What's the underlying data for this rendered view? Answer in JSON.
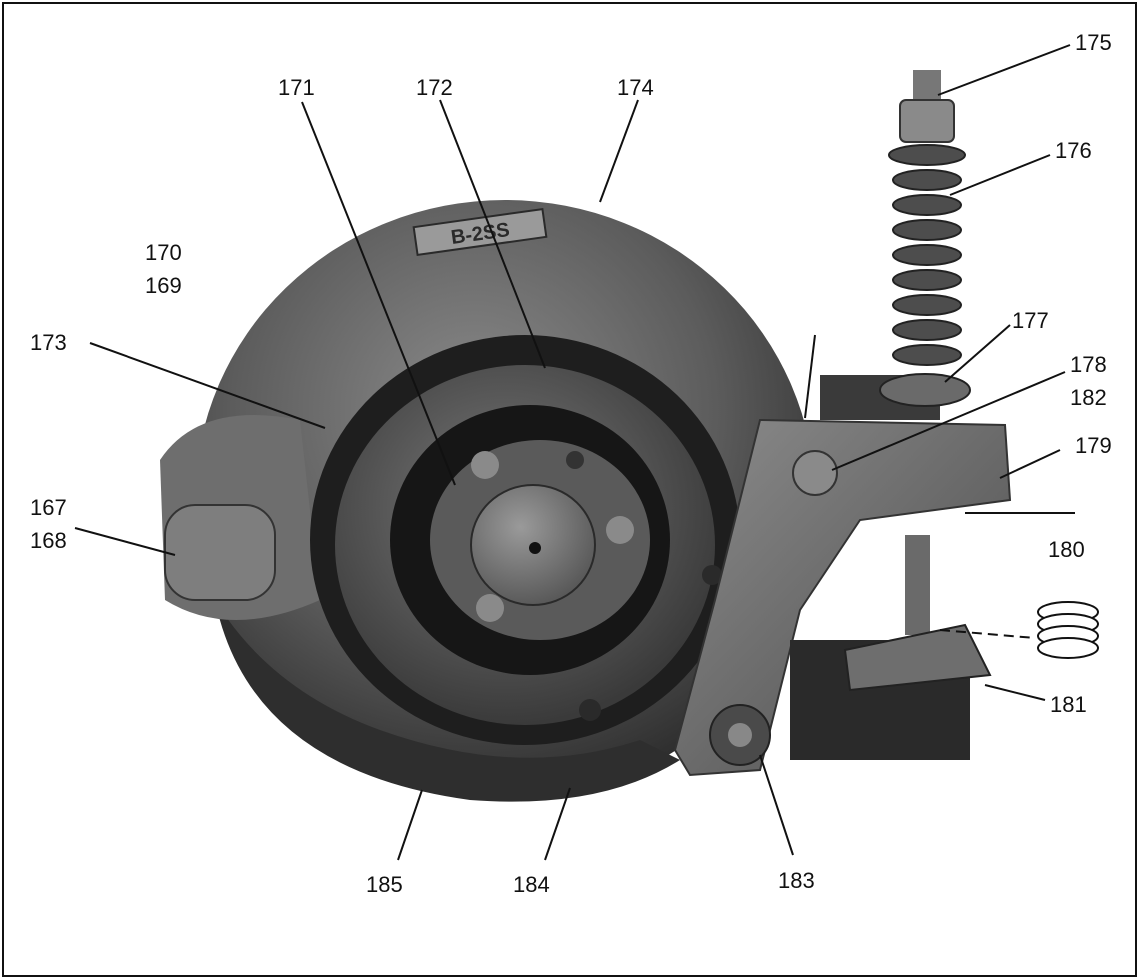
{
  "figure": {
    "callouts": [
      {
        "id": "c175",
        "label": "175"
      },
      {
        "id": "c176",
        "label": "176"
      },
      {
        "id": "c177",
        "label": "177"
      },
      {
        "id": "c178",
        "label": "178"
      },
      {
        "id": "c182",
        "label": "182"
      },
      {
        "id": "c179",
        "label": "179"
      },
      {
        "id": "c180",
        "label": "180"
      },
      {
        "id": "c181",
        "label": "181"
      },
      {
        "id": "c183",
        "label": "183"
      },
      {
        "id": "c184",
        "label": "184"
      },
      {
        "id": "c185",
        "label": "185"
      },
      {
        "id": "c167",
        "label": "167"
      },
      {
        "id": "c168",
        "label": "168"
      },
      {
        "id": "c173",
        "label": "173"
      },
      {
        "id": "c170",
        "label": "170"
      },
      {
        "id": "c169",
        "label": "169"
      },
      {
        "id": "c171",
        "label": "171"
      },
      {
        "id": "c172",
        "label": "172"
      },
      {
        "id": "c174",
        "label": "174"
      }
    ],
    "casting_mark": "B-2SS"
  }
}
